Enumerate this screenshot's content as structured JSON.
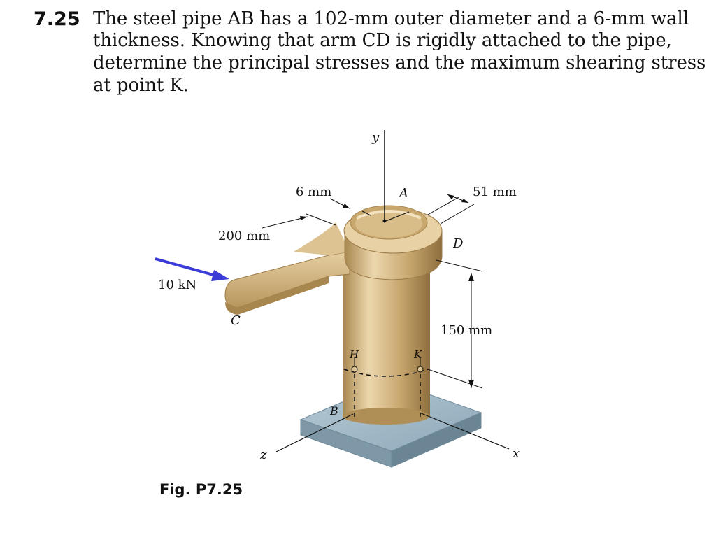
{
  "problem": {
    "number": "7.25",
    "lines": [
      "The steel pipe AB has a 102-mm outer diameter and a 6-mm wall",
      "thickness. Knowing that arm CD is rigidly attached to the pipe,",
      "determine the principal stresses and the maximum shearing stress",
      "at point K."
    ]
  },
  "figure": {
    "labels": {
      "y_axis": "y",
      "x_axis": "x",
      "z_axis": "z",
      "point_a": "A",
      "point_b": "B",
      "point_c": "C",
      "point_d": "D",
      "point_h": "H",
      "point_k": "K",
      "dim_wall": "6 mm",
      "dim_radius": "51 mm",
      "dim_arm": "200 mm",
      "dim_height": "150 mm",
      "force": "10 kN"
    },
    "colors": {
      "pipe": "#c9a870",
      "pipe_dark": "#9c7c48",
      "pipe_light": "#ecd7ad",
      "base": "#9fb8c6",
      "force_arrow": "#3b3bd6"
    },
    "caption": "Fig. P7.25"
  }
}
